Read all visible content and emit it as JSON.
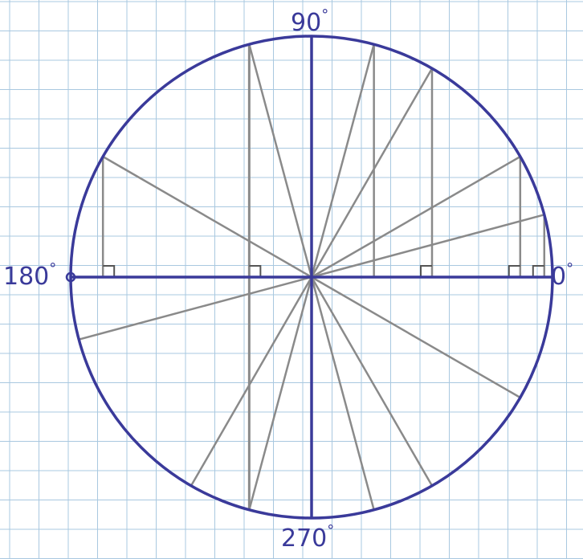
{
  "labels": {
    "deg90": "90",
    "deg0": "0",
    "deg180": "180",
    "deg270": "270",
    "degree_mark": "°"
  },
  "colors": {
    "paper": "#ffffff",
    "grid": "#a9c8e0",
    "circle_ink": "#3a3a9a",
    "pencil": "#8a8a8a"
  },
  "diagram_data": {
    "circle_points_deg": [
      15,
      30,
      60,
      75,
      105,
      150,
      195,
      240,
      255,
      285,
      300,
      330
    ],
    "drop_lines_to_axis": [
      15,
      30,
      60,
      75,
      150
    ],
    "right_angle_markers": [
      15,
      30,
      60,
      105,
      150
    ]
  }
}
